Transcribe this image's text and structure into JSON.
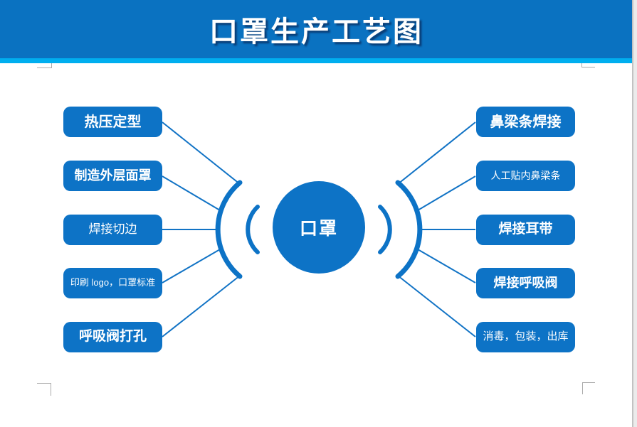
{
  "header": {
    "title": "口罩生产工艺图",
    "bar_color": "#0a72c1",
    "accent_strip_color": "#00aeef"
  },
  "diagram": {
    "center_label": "口罩",
    "left_steps": [
      {
        "label": "热压定型"
      },
      {
        "label": "制造外层面罩"
      },
      {
        "label": "焊接切边"
      },
      {
        "label": "印刷 logo，口罩标准"
      },
      {
        "label": "呼吸阀打孔"
      }
    ],
    "right_steps": [
      {
        "label": "鼻梁条焊接"
      },
      {
        "label": "人工贴内鼻梁条"
      },
      {
        "label": "焊接耳带"
      },
      {
        "label": "焊接呼吸阀"
      },
      {
        "label": "消毒，包装，出库"
      }
    ],
    "shape_color": "#0d73c6",
    "connector_color": "#1173c5"
  }
}
